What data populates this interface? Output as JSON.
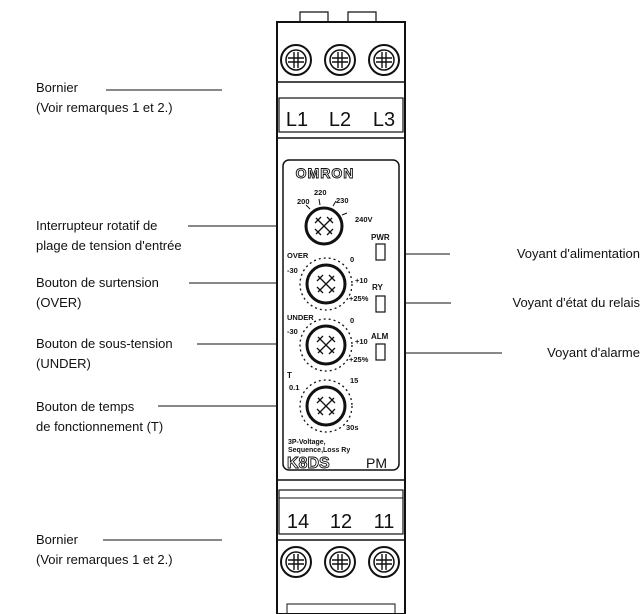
{
  "device": {
    "brand": "OMRON",
    "model": "K8DS",
    "suffix": "PM",
    "description_line1": "3P-Voltage,",
    "description_line2": "Sequence,Loss Ry",
    "top_terminals": [
      "L1",
      "L2",
      "L3"
    ],
    "bottom_terminals": [
      "14",
      "12",
      "11"
    ],
    "indicators": [
      "PWR",
      "RY",
      "ALM"
    ],
    "voltage_dial": [
      "200",
      "220",
      "230",
      "240V"
    ],
    "over_dial": {
      "name": "OVER",
      "min": "-30",
      "zero": "0",
      "plus": "+10",
      "max": "+25%"
    },
    "under_dial": {
      "name": "UNDER",
      "min": "-30",
      "zero": "0",
      "plus": "+10",
      "max": "+25%"
    },
    "time_dial": {
      "name": "T",
      "min": "0.1",
      "mid": "15",
      "max": "30s"
    }
  },
  "labels_left": [
    {
      "lines": [
        "Bornier",
        "(Voir remarques 1 et 2.)"
      ]
    },
    {
      "lines": [
        "Interrupteur rotatif de",
        "plage de tension d'entrée"
      ]
    },
    {
      "lines": [
        "Bouton de surtension",
        "(OVER)"
      ]
    },
    {
      "lines": [
        "Bouton de sous-tension",
        "(UNDER)"
      ]
    },
    {
      "lines": [
        "Bouton de temps",
        "de fonctionnement (T)"
      ]
    },
    {
      "lines": [
        "Bornier",
        "(Voir remarques 1 et 2.)"
      ]
    }
  ],
  "labels_right": [
    {
      "text": "Voyant d'alimentation"
    },
    {
      "text": "Voyant d'état du relais"
    },
    {
      "text": "Voyant d'alarme"
    }
  ]
}
